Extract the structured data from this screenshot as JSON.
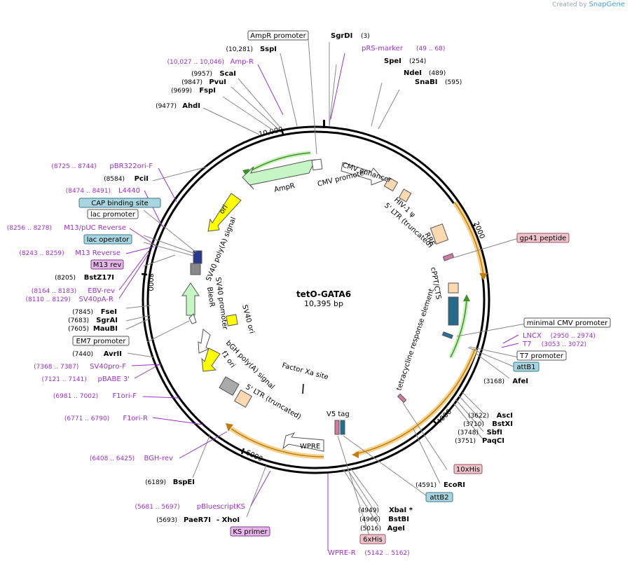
{
  "credit": {
    "prefix": "Created by",
    "brand": "SnapGene"
  },
  "plasmid": {
    "name": "tetO-GATA6",
    "length_label": "10,395 bp",
    "length": 10395
  },
  "ruler": [
    "2000",
    "4000",
    "6000",
    "8000",
    "10,000"
  ],
  "colors": {
    "backbone": "#000000",
    "enzyme": "#000000",
    "primer": "#9b30c9",
    "misc": "#c27fc9",
    "orange": "#f0a830",
    "green": "#7fcf5f",
    "yellow": "#ffff00"
  },
  "enzymes": [
    {
      "name": "SgrDI",
      "pos": "(3)"
    },
    {
      "name": "SpeI",
      "pos": "(254)"
    },
    {
      "name": "NdeI",
      "pos": "(489)"
    },
    {
      "name": "SnaBI",
      "pos": "(595)"
    },
    {
      "name": "SspI",
      "pos": "(10,281)"
    },
    {
      "name": "ScaI",
      "pos": "(9957)"
    },
    {
      "name": "PvuI",
      "pos": "(9847)"
    },
    {
      "name": "FspI",
      "pos": "(9699)"
    },
    {
      "name": "AhdI",
      "pos": "(9477)"
    },
    {
      "name": "PciI",
      "pos": "(8584)"
    },
    {
      "name": "BstZ17I",
      "pos": "(8205)"
    },
    {
      "name": "FseI",
      "pos": "(7845)"
    },
    {
      "name": "SgrAI",
      "pos": "(7683)"
    },
    {
      "name": "MauBI",
      "pos": "(7605)"
    },
    {
      "name": "AvrII",
      "pos": "(7440)"
    },
    {
      "name": "BspEI",
      "pos": "(6189)"
    },
    {
      "name": "PaeR7I",
      "pos": "(5693)",
      "suffix": "- XhoI"
    },
    {
      "name": "AgeI",
      "pos": "(5016)"
    },
    {
      "name": "BstBI",
      "pos": "(4966)"
    },
    {
      "name": "XbaI *",
      "pos": "(4949)"
    },
    {
      "name": "EcoRI",
      "pos": "(4591)"
    },
    {
      "name": "AscI",
      "pos": "(3622)"
    },
    {
      "name": "BstXI",
      "pos": "(3710)"
    },
    {
      "name": "SbfI",
      "pos": "(3748)"
    },
    {
      "name": "PaqCI",
      "pos": "(3751)"
    },
    {
      "name": "AfeI",
      "pos": "(3168)"
    }
  ],
  "primers": [
    {
      "name": "pRS-marker",
      "pos": "(49 .. 68)"
    },
    {
      "name": "Amp-R",
      "pos": "(10,027 .. 10,046)"
    },
    {
      "name": "pBR322ori-F",
      "pos": "(8725 .. 8744)"
    },
    {
      "name": "L4440",
      "pos": "(8474 .. 8491)"
    },
    {
      "name": "M13/pUC Reverse",
      "pos": "(8256 .. 8278)"
    },
    {
      "name": "M13 Reverse",
      "pos": "(8243 .. 8259)"
    },
    {
      "name": "EBV-rev",
      "pos": "(8164 .. 8183)"
    },
    {
      "name": "SV40pA-R",
      "pos": "(8110 .. 8129)"
    },
    {
      "name": "SV40pro-F",
      "pos": "(7368 .. 7387)"
    },
    {
      "name": "pBABE 3'",
      "pos": "(7121 .. 7141)"
    },
    {
      "name": "F1ori-F",
      "pos": "(6981 .. 7002)"
    },
    {
      "name": "F1ori-R",
      "pos": "(6771 .. 6790)"
    },
    {
      "name": "BGH-rev",
      "pos": "(6408 .. 6425)"
    },
    {
      "name": "pBluescriptKS",
      "pos": "(5681 .. 5697)"
    },
    {
      "name": "WPRE-R",
      "pos": "(5142 .. 5162)"
    },
    {
      "name": "LNCX",
      "pos": "(2950 .. 2974)"
    },
    {
      "name": "T7",
      "pos": "(3053 .. 3072)"
    }
  ],
  "boxes": {
    "AmpR_promoter": "AmpR promoter",
    "CAP_binding_site": "CAP binding site",
    "lac_promoter": "lac promoter",
    "lac_operator": "lac operator",
    "M13_rev": "M13 rev",
    "EM7_promoter": "EM7 promoter",
    "KS_primer": "KS primer",
    "x6His": "6xHis",
    "attB2": "attB2",
    "x10His": "10xHis",
    "gp41": "gp41 peptide",
    "min_cmv": "minimal CMV promoter",
    "T7_promoter": "T7 promoter",
    "attB1": "attB1"
  },
  "features": {
    "AmpR": "AmpR",
    "ori": "ori",
    "sv40_polya": "SV40 poly(A) signal",
    "sv40_promoter": "SV40 promoter",
    "bleoR": "BleoR",
    "sv40_ori": "SV40 ori",
    "f1_ori": "f1 ori",
    "bgh": "bGH poly(A) signal",
    "ltr3": "5' LTR (truncated)",
    "wpre": "WPRE",
    "v5": "V5 tag",
    "factor_xa": "Factor Xa site",
    "cmv_enh": "CMV enhancer",
    "cmv_prom": "CMV promoter",
    "hiv_psi": "HIV-1 ψ",
    "ltr5": "5' LTR (truncated)",
    "rre": "RRE",
    "cppt": "cPPT/CTS",
    "tre": "tetracycline response element"
  }
}
